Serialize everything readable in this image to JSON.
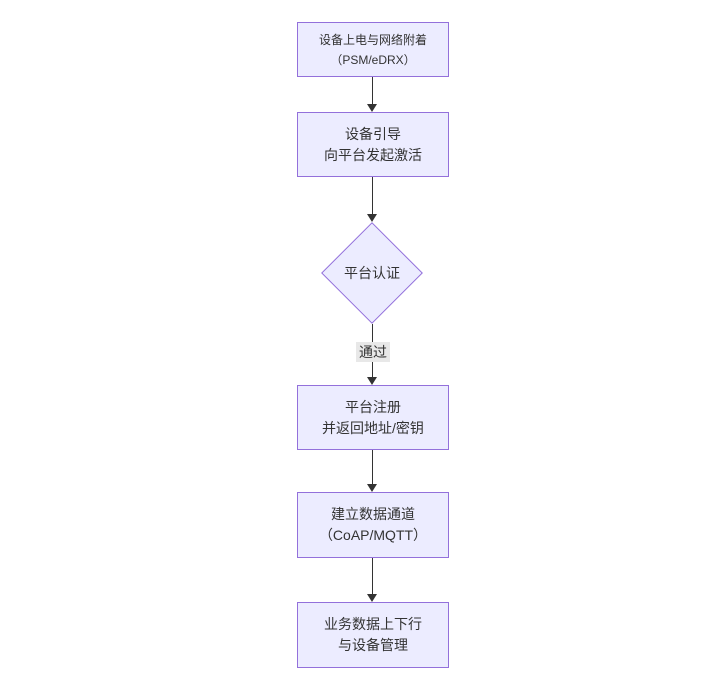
{
  "diagram": {
    "type": "flowchart-top-down",
    "nodes": [
      {
        "name": "power-attach",
        "shape": "rect",
        "line1": "设备上电与网络附着",
        "line2": "（PSM/eDRX）"
      },
      {
        "name": "bootstrap",
        "shape": "rect",
        "line1": "设备引导",
        "line2": "向平台发起激活"
      },
      {
        "name": "platform-auth",
        "shape": "diamond",
        "line1": "平台认证"
      },
      {
        "name": "platform-register",
        "shape": "rect",
        "line1": "平台注册",
        "line2": "并返回地址/密钥"
      },
      {
        "name": "data-channel",
        "shape": "rect",
        "line1": "建立数据通道",
        "line2": "（CoAP/MQTT）"
      },
      {
        "name": "business-data",
        "shape": "rect",
        "line1": "业务数据上下行",
        "line2": "与设备管理"
      }
    ],
    "edges": [
      {
        "from": "power-attach",
        "to": "bootstrap",
        "label": ""
      },
      {
        "from": "bootstrap",
        "to": "platform-auth",
        "label": ""
      },
      {
        "from": "platform-auth",
        "to": "platform-register",
        "label": "通过"
      },
      {
        "from": "platform-register",
        "to": "data-channel",
        "label": ""
      },
      {
        "from": "data-channel",
        "to": "business-data",
        "label": ""
      }
    ],
    "colors": {
      "node_fill": "#ECECFF",
      "node_border": "#9370DB",
      "edge_line": "#333333",
      "edge_label_bg": "#e8e8e8",
      "text": "#333333",
      "background": "#ffffff"
    }
  }
}
